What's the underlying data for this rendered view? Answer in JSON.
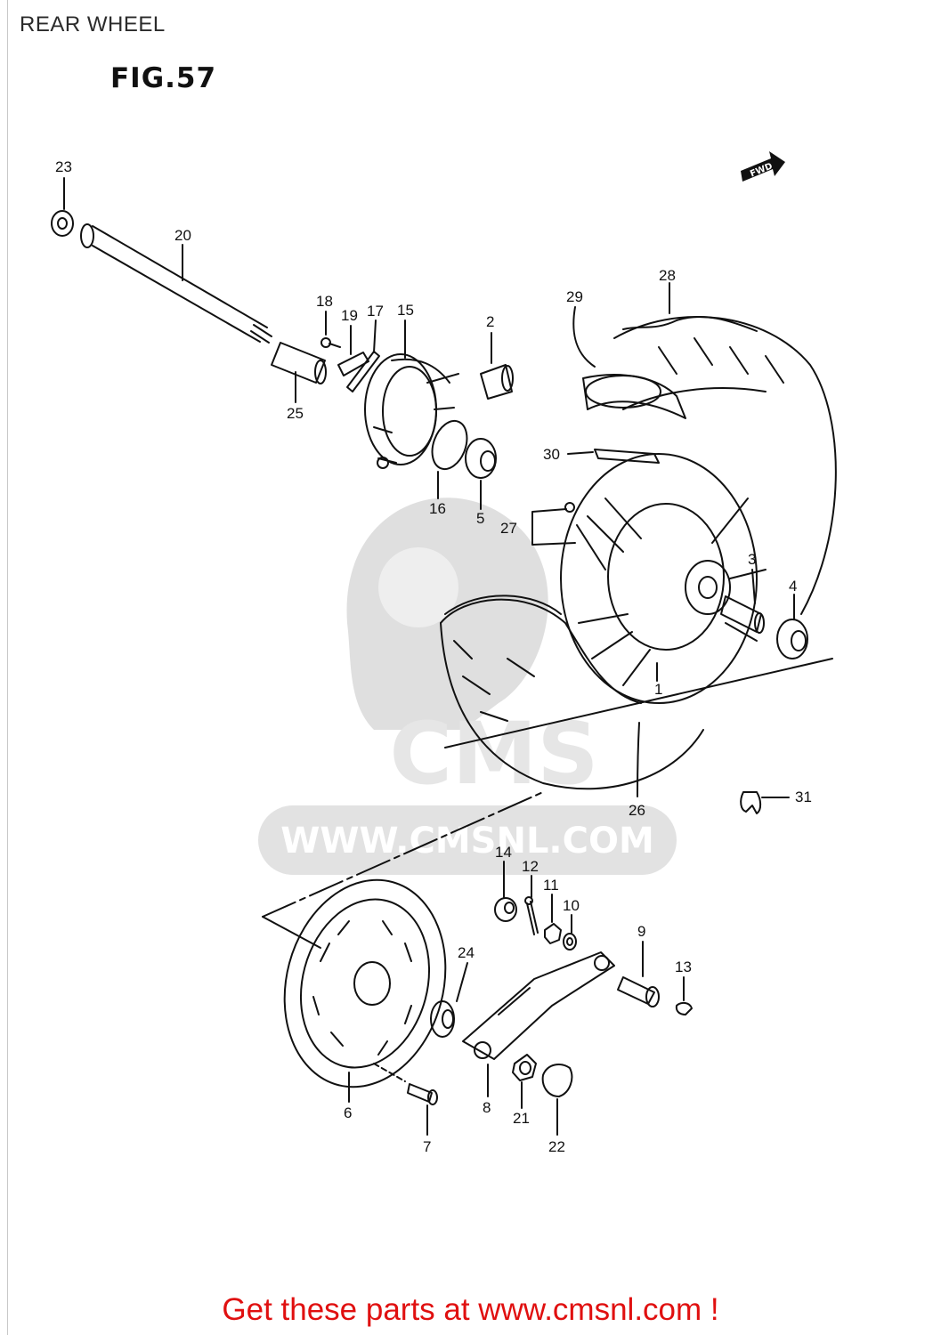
{
  "title": "REAR WHEEL",
  "figure": "FIG.57",
  "fwd_arrow": "FWD",
  "watermark": {
    "brand": "CMS",
    "url": "WWW.CMSNL.COM"
  },
  "parts": {
    "p1": "1",
    "p2": "2",
    "p3": "3",
    "p4": "4",
    "p5": "5",
    "p6": "6",
    "p7": "7",
    "p8": "8",
    "p9": "9",
    "p10": "10",
    "p11": "11",
    "p12": "12",
    "p13": "13",
    "p14": "14",
    "p15": "15",
    "p16": "16",
    "p17": "17",
    "p18": "18",
    "p19": "19",
    "p20": "20",
    "p21": "21",
    "p22": "22",
    "p23": "23",
    "p24": "24",
    "p25": "25",
    "p26": "26",
    "p27": "27",
    "p28": "28",
    "p29": "29",
    "p30": "30",
    "p31": "31"
  },
  "call_to_action": "Get these parts at www.cmsnl.com !",
  "colors": {
    "cta": "#e01010",
    "line": "#111111",
    "watermark": "#dcdcdc"
  }
}
